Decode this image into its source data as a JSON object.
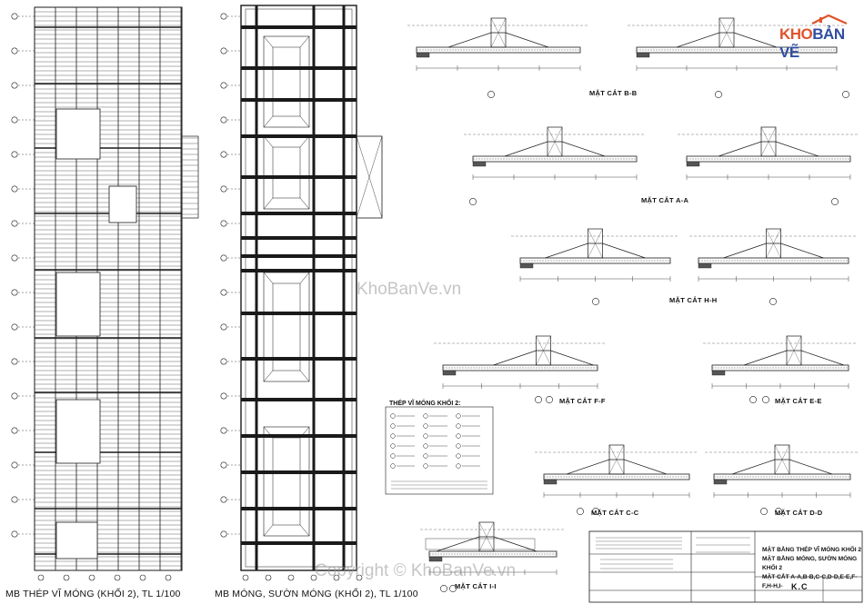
{
  "drawing": {
    "plan_left_caption": "MB THÉP VĨ MÓNG (KHỐI 2), TL 1/100",
    "plan_right_caption": "MB MÓNG, SƯỜN MÓNG (KHỐI 2), TL 1/100",
    "sections": [
      {
        "label": "MẶT CẮT B-B"
      },
      {
        "label": "MẶT CẮT A-A"
      },
      {
        "label": "MẶT CẮT H-H"
      },
      {
        "label": "MẶT CẮT F-F"
      },
      {
        "label": "MẶT CẮT E-E"
      },
      {
        "label": "MẶT CẮT C-C"
      },
      {
        "label": "MẶT CẮT D-D"
      },
      {
        "label": "MẶT CẮT I-I"
      }
    ],
    "legend_title": "THÉP VĨ MÓNG KHỐI 2:"
  },
  "logo": {
    "part1": "KHO",
    "part2": "BẢN VẼ"
  },
  "watermarks": {
    "center": "KhoBanVe.vn",
    "bottom": "Copyright © KhoBanVe.vn"
  },
  "title_block": {
    "sheet_title_1": "MẶT BẰNG THÉP VĨ MÓNG KHỐI 2",
    "sheet_title_2": "MẶT BẰNG MÓNG, SƯỜN MÓNG KHỐI 2",
    "sheet_title_3": "MẶT CẮT A-A,B-B,C-C,D-D,E-E,F-F,H-H,I-",
    "drawing_code": "K.C"
  },
  "colors": {
    "line": "#1a1a1a",
    "hatch": "#555555",
    "logo_orange": "#e0542b",
    "logo_blue": "#2f4ea0"
  }
}
